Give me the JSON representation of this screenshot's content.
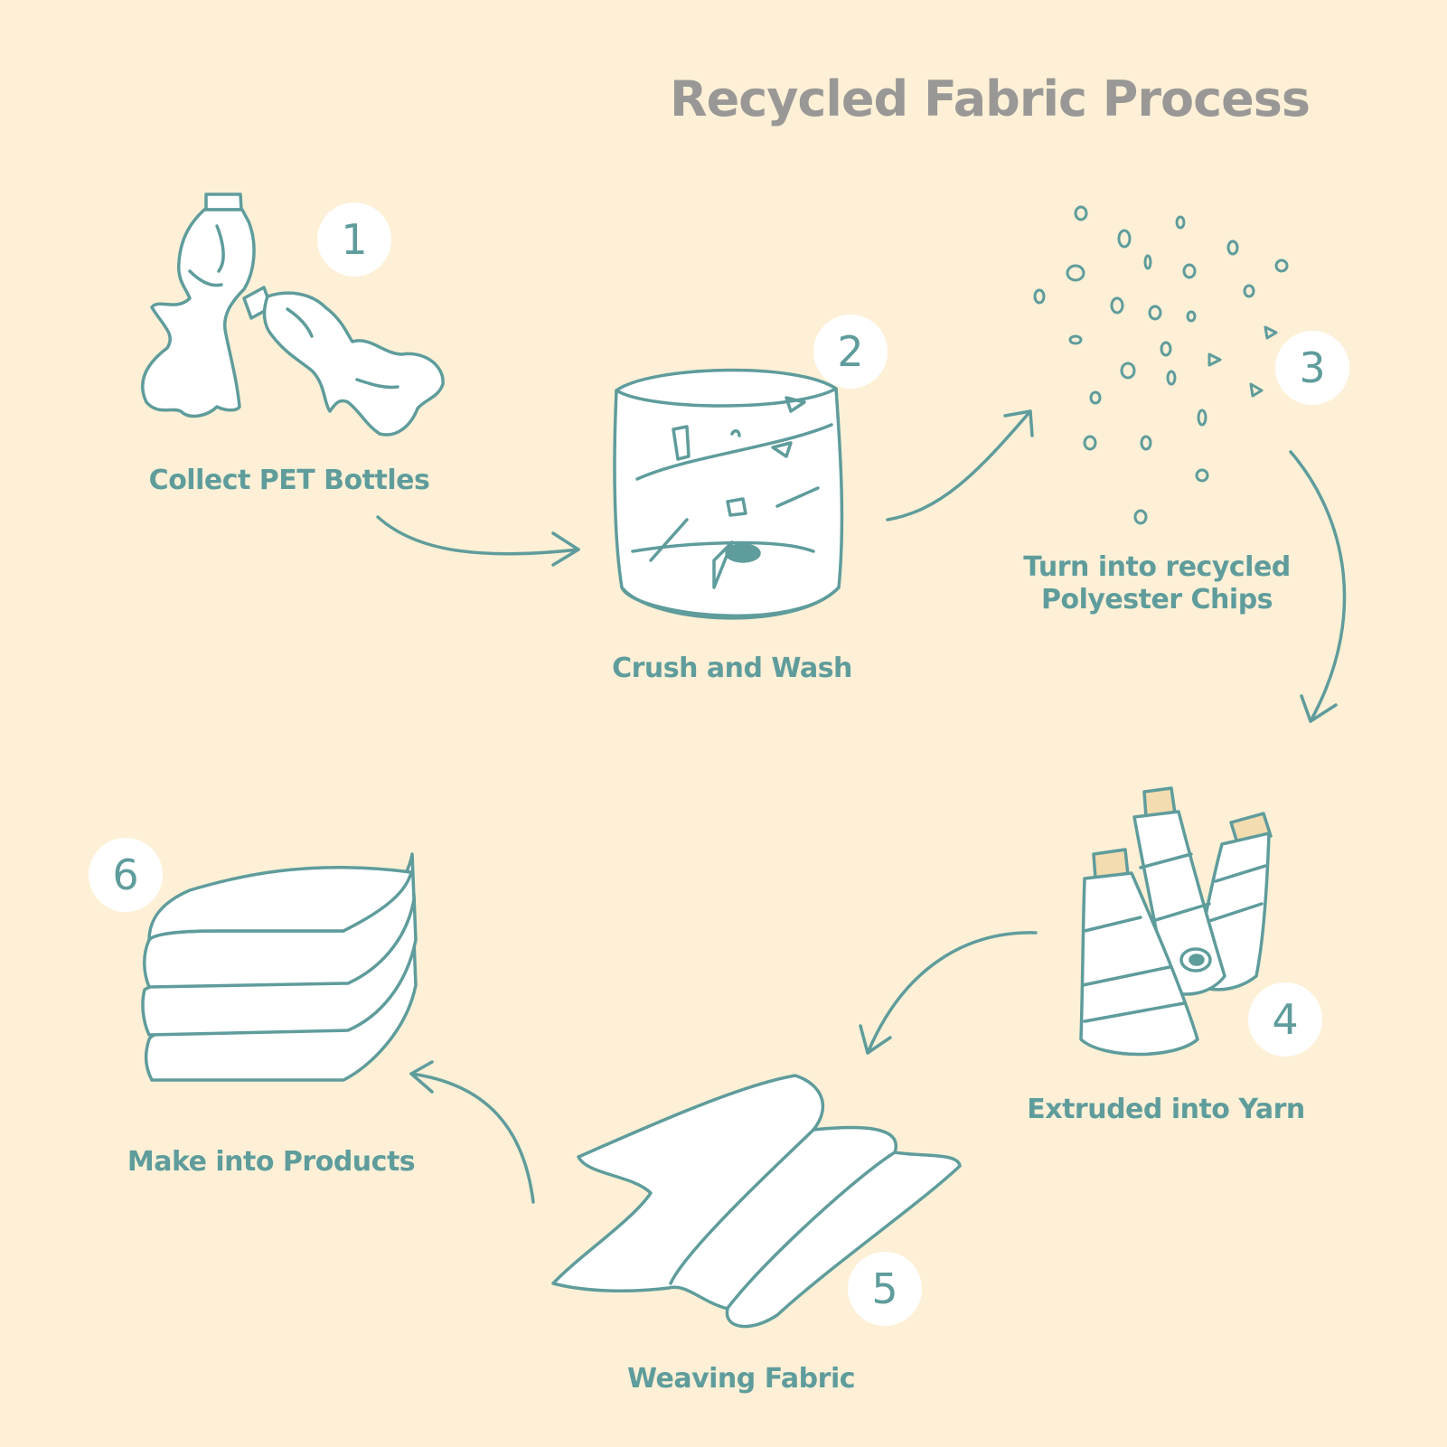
{
  "title": "Recycled Fabric Process",
  "steps": [
    {
      "number": "1",
      "label": "Collect PET Bottles"
    },
    {
      "number": "2",
      "label": "Crush and Wash"
    },
    {
      "number": "3",
      "label": "Turn into recycled Polyester Chips"
    },
    {
      "number": "4",
      "label": "Extruded into Yarn"
    },
    {
      "number": "5",
      "label": "Weaving Fabric"
    },
    {
      "number": "6",
      "label": "Make into Products"
    }
  ],
  "colors": {
    "background": "#fdf0d6",
    "title": "#999896",
    "accent": "#5f9c9c",
    "badge": "#ffffff",
    "cap": "#f2dcb0"
  },
  "icons": [
    "pet-bottles-icon",
    "washing-drum-icon",
    "polyester-chips-icon",
    "yarn-spools-icon",
    "fabric-sheet-icon",
    "folded-towels-icon",
    "flow-arrow-icon"
  ]
}
